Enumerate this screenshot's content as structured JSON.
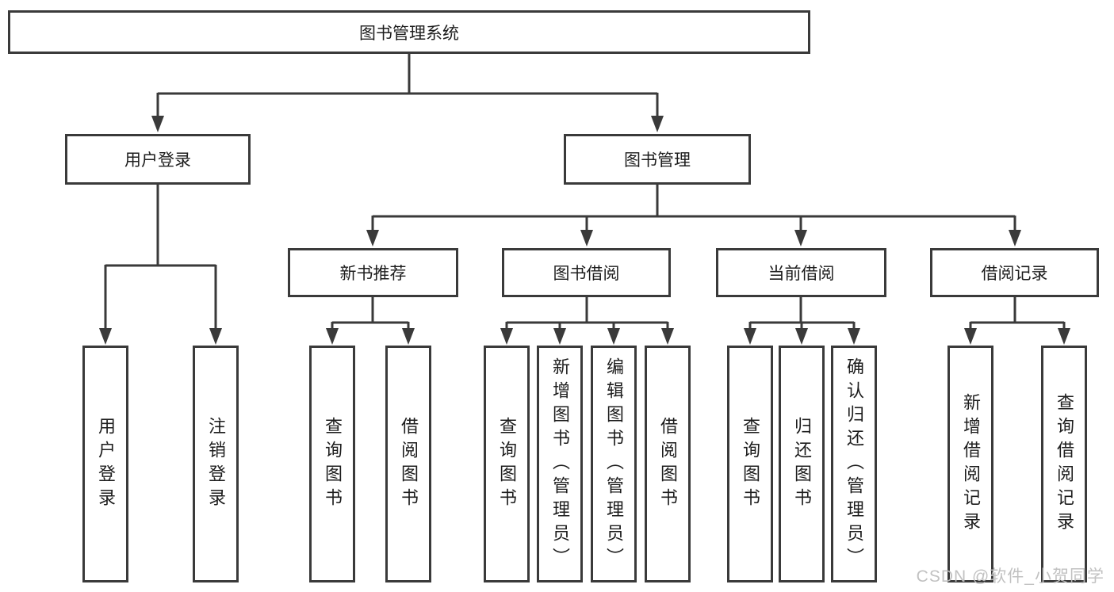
{
  "colors": {
    "line": "#3a3a3a",
    "box_border": "#3a3a3a",
    "text": "#1d1d1d",
    "watermark": "#bebebe",
    "background": "#ffffff"
  },
  "watermark": {
    "text": "CSDN @软件_小贺同学"
  },
  "diagram": {
    "root": {
      "label": "图书管理系统"
    },
    "branches": [
      {
        "label": "用户登录",
        "children": [
          {
            "label": "用户登录"
          },
          {
            "label": "注销登录"
          }
        ]
      },
      {
        "label": "图书管理",
        "children": [
          {
            "label": "新书推荐",
            "children": [
              {
                "label": "查询图书"
              },
              {
                "label": "借阅图书"
              }
            ]
          },
          {
            "label": "图书借阅",
            "children": [
              {
                "label": "查询图书"
              },
              {
                "label": "新增图书（管理员）"
              },
              {
                "label": "编辑图书（管理员）"
              },
              {
                "label": "借阅图书"
              }
            ]
          },
          {
            "label": "当前借阅",
            "children": [
              {
                "label": "查询图书"
              },
              {
                "label": "归还图书"
              },
              {
                "label": "确认归还（管理员）"
              }
            ]
          },
          {
            "label": "借阅记录",
            "children": [
              {
                "label": "新增借阅记录"
              },
              {
                "label": "查询借阅记录"
              }
            ]
          }
        ]
      }
    ]
  }
}
